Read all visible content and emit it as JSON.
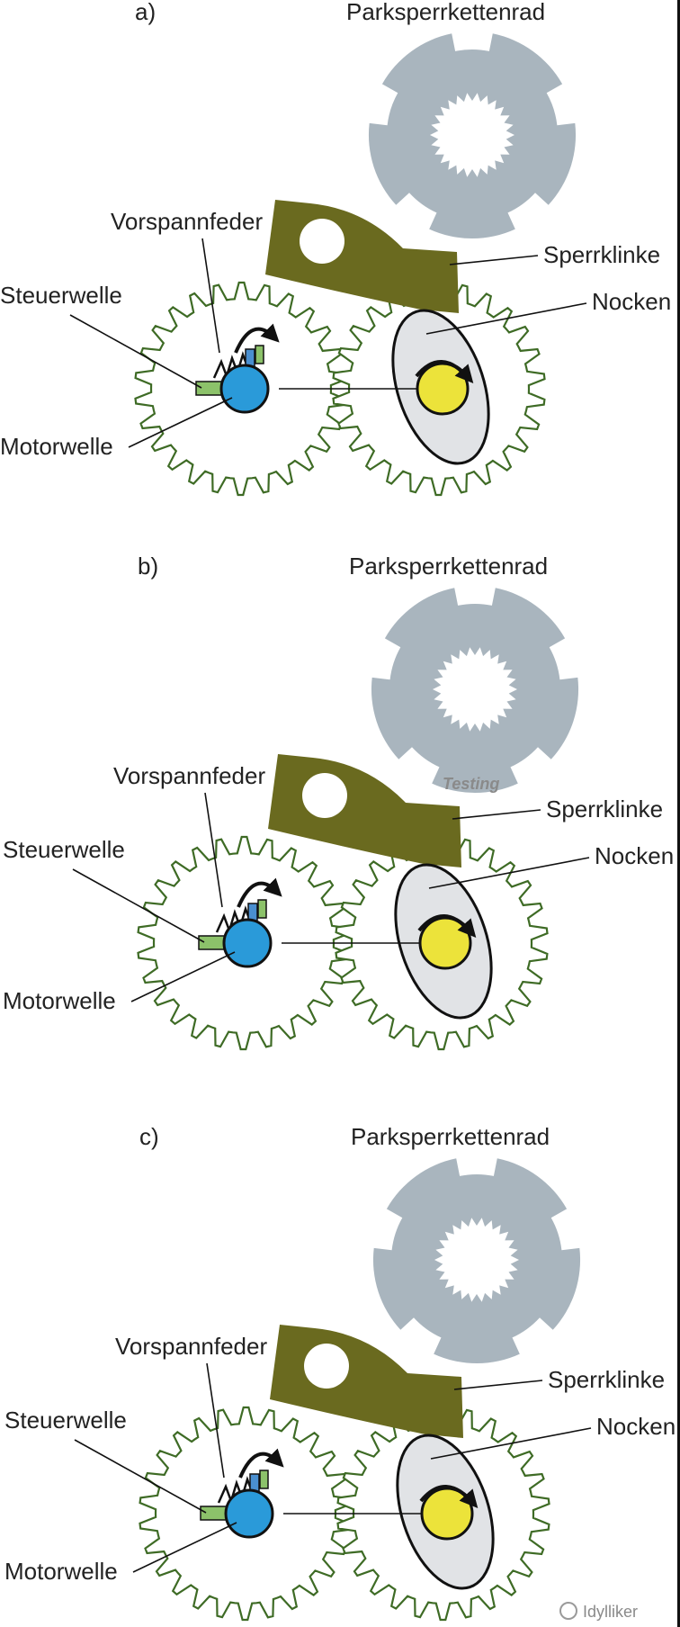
{
  "colors": {
    "ratchet_wheel": "#a9b5be",
    "pawl": "#6a6a1f",
    "gear_outline": "#3e6b25",
    "cam_fill": "#e1e3e6",
    "cam_shaft": "#ece33a",
    "motor_shaft": "#2a9ad9",
    "control_shaft": "#8cc26a",
    "spring_block": "#4a8fd0",
    "line": "#111111"
  },
  "panels": [
    {
      "letter": "a)",
      "labels": {
        "ratchet_wheel": "Parksperrkettenrad",
        "preload_spring": "Vorspannfeder",
        "pawl": "Sperrklinke",
        "control_shaft": "Steuerwelle",
        "cam": "Nocken",
        "motor_shaft": "Motorwelle"
      }
    },
    {
      "letter": "b)",
      "labels": {
        "ratchet_wheel": "Parksperrkettenrad",
        "preload_spring": "Vorspannfeder",
        "pawl": "Sperrklinke",
        "control_shaft": "Steuerwelle",
        "cam": "Nocken",
        "motor_shaft": "Motorwelle"
      }
    },
    {
      "letter": "c)",
      "labels": {
        "ratchet_wheel": "Parksperrkettenrad",
        "preload_spring": "Vorspannfeder",
        "pawl": "Sperrklinke",
        "control_shaft": "Steuerwelle",
        "cam": "Nocken",
        "motor_shaft": "Motorwelle"
      }
    }
  ],
  "watermarks": {
    "testing": "Testing",
    "wechat": "Idylliker"
  }
}
